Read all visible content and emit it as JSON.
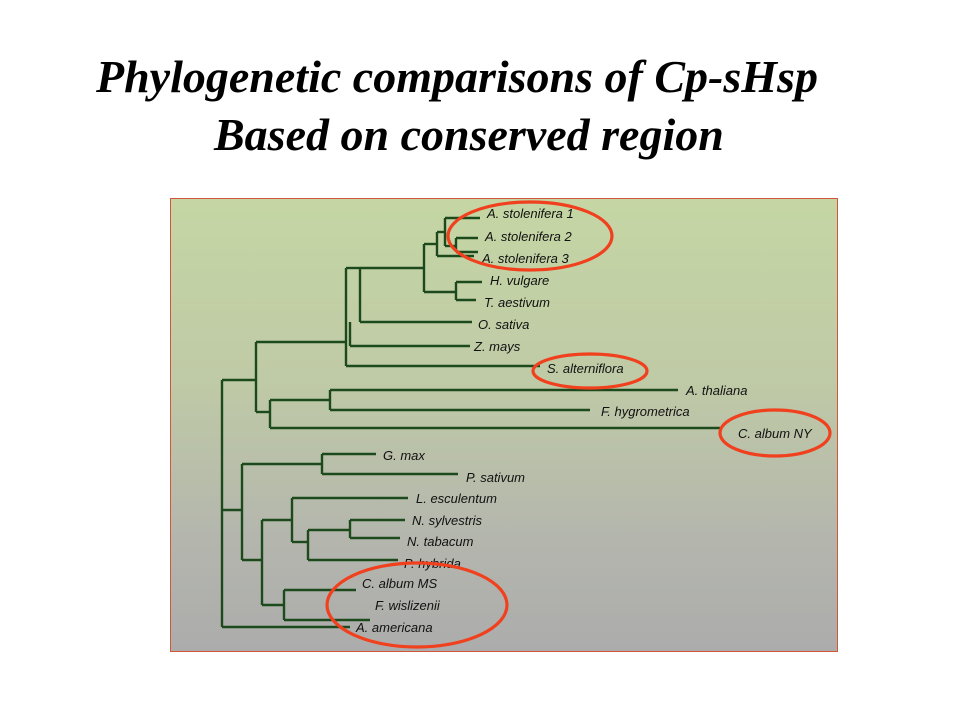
{
  "title": {
    "line1": "Phylogenetic comparisons of Cp-sHsp",
    "line2": "Based on conserved region"
  },
  "tree": {
    "branch_color": "#1c4a1c",
    "highlight_color": "#f0401e",
    "leaves": [
      {
        "id": "a_stol_1",
        "label": "A. stolenifera 1"
      },
      {
        "id": "a_stol_2",
        "label": "A. stolenifera 2"
      },
      {
        "id": "a_stol_3",
        "label": "A. stolenifera 3"
      },
      {
        "id": "h_vulgare",
        "label": "H. vulgare"
      },
      {
        "id": "t_aestivum",
        "label": "T. aestivum"
      },
      {
        "id": "o_sativa",
        "label": "O. sativa"
      },
      {
        "id": "z_mays",
        "label": "Z. mays"
      },
      {
        "id": "s_alterniflora",
        "label": "S. alterniflora"
      },
      {
        "id": "a_thaliana",
        "label": "A. thaliana"
      },
      {
        "id": "f_hygrometrica",
        "label": "F. hygrometrica"
      },
      {
        "id": "c_album_ny",
        "label": "C. album NY"
      },
      {
        "id": "g_max",
        "label": "G. max"
      },
      {
        "id": "p_sativum",
        "label": "P. sativum"
      },
      {
        "id": "l_esculentum",
        "label": "L. esculentum"
      },
      {
        "id": "n_sylvestris",
        "label": "N. sylvestris"
      },
      {
        "id": "n_tabacum",
        "label": "N. tabacum"
      },
      {
        "id": "p_hybrida",
        "label": "P. hybrida"
      },
      {
        "id": "c_album_ms",
        "label": "C. album MS"
      },
      {
        "id": "f_wislizenii",
        "label": "F. wislizenii"
      },
      {
        "id": "a_americana",
        "label": "A. americana"
      }
    ],
    "highlighted_groups": [
      [
        "a_stol_1",
        "a_stol_2",
        "a_stol_3"
      ],
      [
        "s_alterniflora"
      ],
      [
        "c_album_ny"
      ],
      [
        "c_album_ms",
        "f_wislizenii",
        "a_americana"
      ]
    ]
  }
}
